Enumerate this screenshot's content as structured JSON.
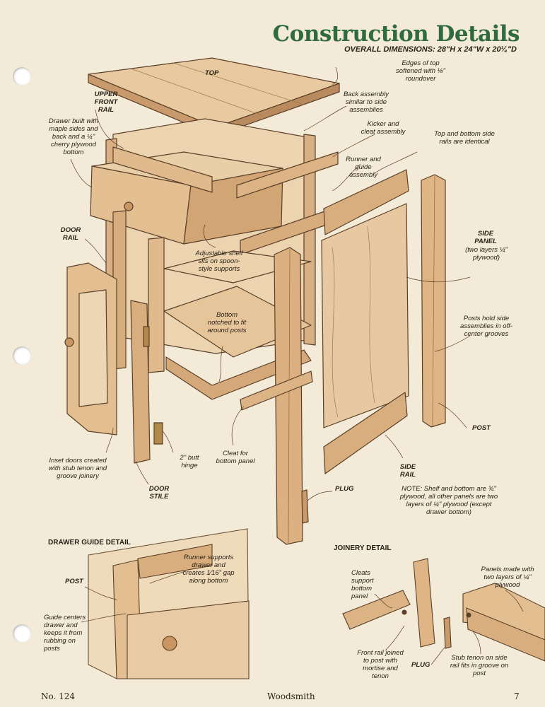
{
  "header": {
    "title": "Construction Details",
    "dimensions": "OVERALL DIMENSIONS: 28\"H x 24\"W x 20¼\"D"
  },
  "labels": {
    "top": "TOP",
    "edges": "Edges of top softened with ⅛\" roundover",
    "upper_front_rail": "UPPER FRONT RAIL",
    "back_assembly": "Back assembly similar to side assemblies",
    "drawer_built": "Drawer built with maple sides and back and a ¼\" cherry plywood bottom",
    "kicker": "Kicker and cleat assembly",
    "top_bottom_rails": "Top and bottom side rails are identical",
    "runner_guide": "Runner and guide assembly",
    "door_rail": "DOOR RAIL",
    "adjustable_shelf": "Adjustable shelf sits on spoon-style supports",
    "side_panel": "SIDE PANEL",
    "side_panel_note": "(two layers ¼\" plywood)",
    "posts_hold": "Posts hold side assemblies in off-center grooves",
    "bottom_notched": "Bottom notched to fit around posts",
    "post_main": "POST",
    "inset_doors": "Inset doors created with stub tenon and groove joinery",
    "butt_hinge": "2\" butt hinge",
    "cleat": "Cleat for bottom panel",
    "side_rail": "SIDE RAIL",
    "door_stile": "DOOR STILE",
    "plug_main": "PLUG",
    "note": "NOTE: Shelf and bottom are ¾\" plywood, all other panels are two layers of ¼\" plywood (except drawer bottom)"
  },
  "drawer_detail": {
    "heading": "DRAWER GUIDE DETAIL",
    "runner": "Runner supports drawer and creates 1⁄16\" gap along bottom",
    "post": "POST",
    "guide": "Guide centers drawer and keeps it from rubbing on posts"
  },
  "joinery_detail": {
    "heading": "JOINERY DETAIL",
    "cleats": "Cleats support bottom panel",
    "panels": "Panels made with two layers of ¼\" plywood",
    "front_rail": "Front rail joined to post with mortise and tenon",
    "plug": "PLUG",
    "stub_tenon": "Stub tenon on side rail fits in groove on post"
  },
  "footer": {
    "issue": "No. 124",
    "magazine": "Woodsmith",
    "page": "7"
  },
  "colors": {
    "paper": "#f4ead8",
    "title_green": "#2f6b3e",
    "wood_light": "#e8c9a0",
    "wood_mid": "#d9b083",
    "wood_dark": "#b98a5e"
  }
}
